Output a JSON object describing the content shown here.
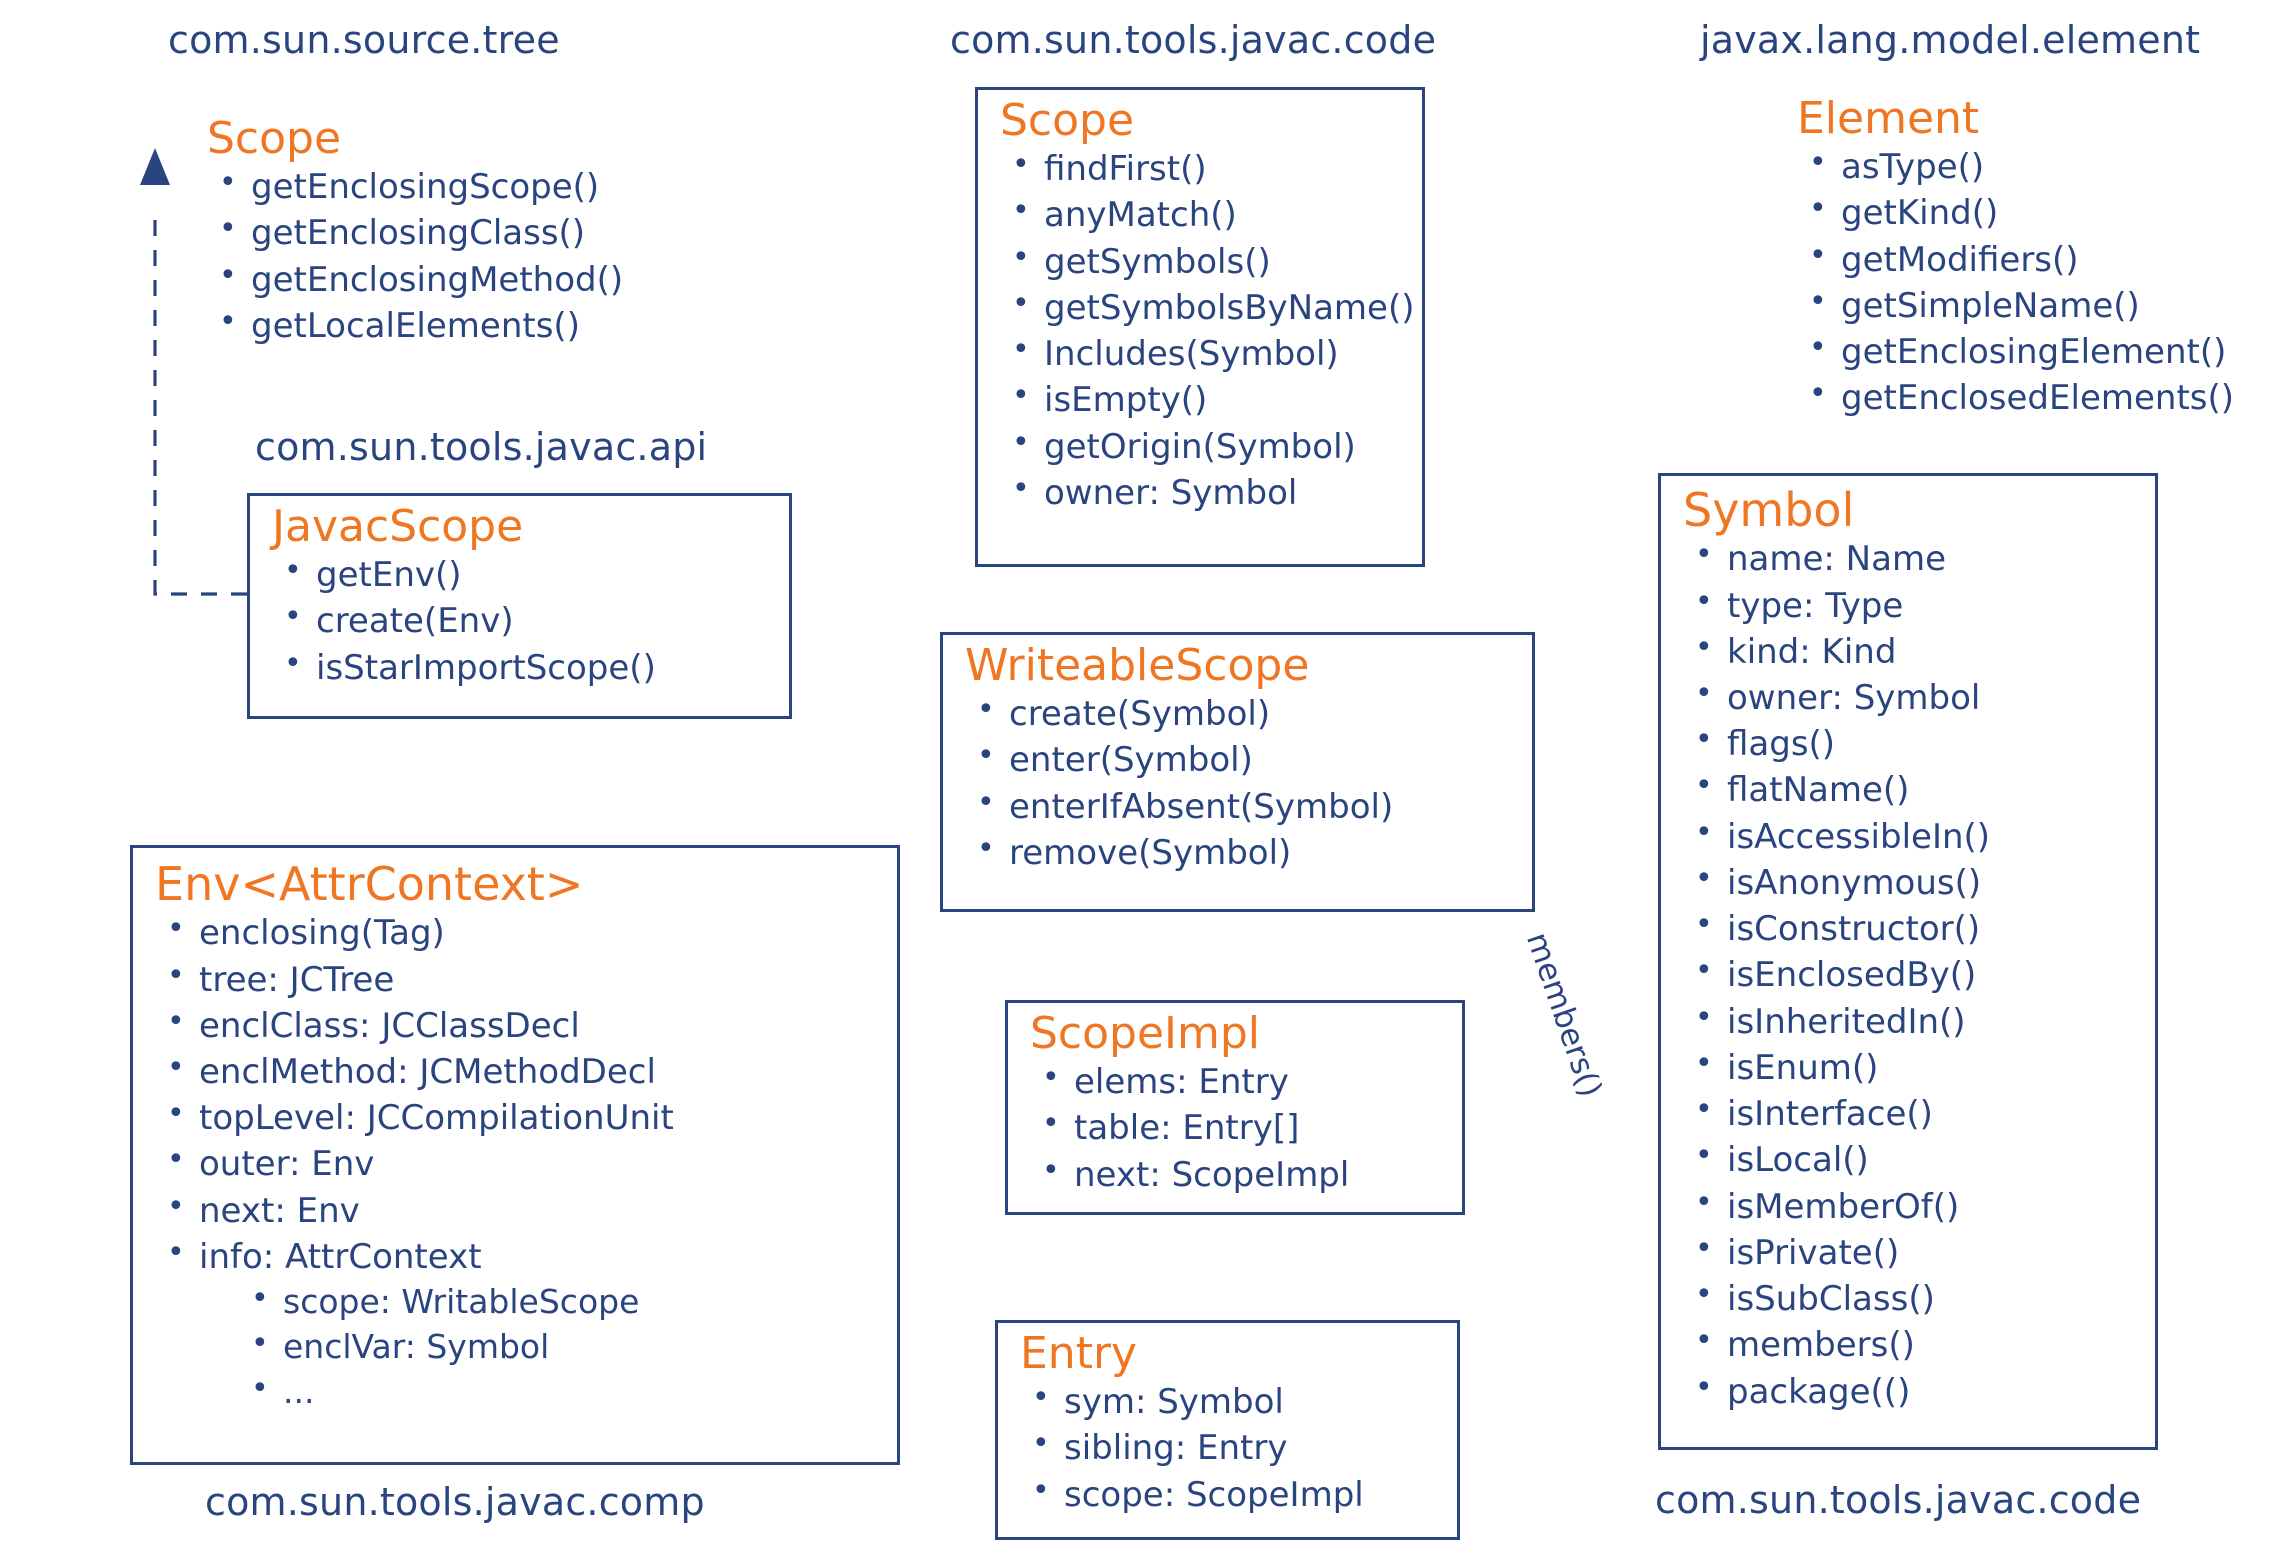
{
  "diagram": {
    "title": "javac Scope and Symbol class diagram",
    "colors": {
      "class_name": "#ef7622",
      "text": "#2a4480",
      "border": "#2a4480",
      "background": "#ffffff"
    }
  },
  "packages": [
    {
      "id": "pkg-source-tree",
      "label": "com.sun.source.tree"
    },
    {
      "id": "pkg-javac-api",
      "label": "com.sun.tools.javac.api"
    },
    {
      "id": "pkg-javac-code-top",
      "label": "com.sun.tools.javac.code"
    },
    {
      "id": "pkg-model-element",
      "label": "javax.lang.model.element"
    },
    {
      "id": "pkg-javac-comp",
      "label": "com.sun.tools.javac.comp"
    },
    {
      "id": "pkg-javac-code-bottom",
      "label": "com.sun.tools.javac.code"
    }
  ],
  "classes": {
    "scope_tree": {
      "name": "Scope",
      "members": [
        "getEnclosingScope()",
        "getEnclosingClass()",
        "getEnclosingMethod()",
        "getLocalElements()"
      ]
    },
    "javac_scope": {
      "name": "JavacScope",
      "members": [
        "getEnv()",
        "create(Env)",
        "isStarImportScope()"
      ]
    },
    "scope_code": {
      "name": "Scope",
      "members": [
        "findFirst()",
        "anyMatch()",
        "getSymbols()",
        "getSymbolsByName()",
        "Includes(Symbol)",
        "isEmpty()",
        "getOrigin(Symbol)",
        "owner: Symbol"
      ]
    },
    "element": {
      "name": "Element",
      "members": [
        "asType()",
        "getKind()",
        "getModifiers()",
        "getSimpleName()",
        "getEnclosingElement()",
        "getEnclosedElements()"
      ]
    },
    "writeable_scope": {
      "name": "WriteableScope",
      "members": [
        "create(Symbol)",
        "enter(Symbol)",
        "enterIfAbsent(Symbol)",
        "remove(Symbol)"
      ]
    },
    "env_attrcontext": {
      "name": "Env<AttrContext>",
      "members": [
        {
          "text": "enclosing(Tag)",
          "level": 0
        },
        {
          "text": "tree: JCTree",
          "level": 0
        },
        {
          "text": "enclClass: JCClassDecl",
          "level": 0
        },
        {
          "text": "enclMethod: JCMethodDecl",
          "level": 0
        },
        {
          "text": "topLevel: JCCompilationUnit",
          "level": 0
        },
        {
          "text": "outer: Env",
          "level": 0
        },
        {
          "text": "next: Env",
          "level": 0
        },
        {
          "text": "info: AttrContext",
          "level": 0
        },
        {
          "text": "scope: WritableScope",
          "level": 1
        },
        {
          "text": "enclVar: Symbol",
          "level": 1
        },
        {
          "text": "...",
          "level": 1
        }
      ]
    },
    "scope_impl": {
      "name": "ScopeImpl",
      "members": [
        "elems: Entry",
        "table: Entry[]",
        "next: ScopeImpl"
      ]
    },
    "entry": {
      "name": "Entry",
      "members": [
        "sym: Symbol",
        "sibling: Entry",
        "scope: ScopeImpl"
      ]
    },
    "symbol": {
      "name": "Symbol",
      "members": [
        "name: Name",
        "type: Type",
        "kind: Kind",
        "owner: Symbol",
        "flags()",
        "flatName()",
        "isAccessibleIn()",
        "isAnonymous()",
        "isConstructor()",
        "isEnclosedBy()",
        "isInheritedIn()",
        "isEnum()",
        "isInterface()",
        "isLocal()",
        "isMemberOf()",
        "isPrivate()",
        "isSubClass()",
        "members()",
        "package(()"
      ]
    }
  },
  "edge_labels": [
    {
      "id": "members-edge-label",
      "label": "members()"
    }
  ],
  "relationships": [
    {
      "from": "javac_scope",
      "to": "scope_tree",
      "type": "realization-dashed-up"
    },
    {
      "from": "javac_scope",
      "to": "env_attrcontext",
      "type": "association-arrow"
    },
    {
      "from": "env_attrcontext",
      "to": "scope_code",
      "type": "association-arrow"
    },
    {
      "from": "writeable_scope",
      "to": "scope_code",
      "type": "inheritance-solid-triangle"
    },
    {
      "from": "scope_impl",
      "to": "writeable_scope",
      "type": "inheritance-solid-triangle"
    },
    {
      "from": "scope_impl",
      "to": "entry",
      "type": "association-arrow"
    },
    {
      "from": "scope_code",
      "to": "symbol",
      "type": "association-arrow"
    },
    {
      "from": "writeable_scope",
      "to": "symbol",
      "type": "association-arrow"
    },
    {
      "from": "entry",
      "to": "symbol",
      "type": "association-arrow"
    },
    {
      "from": "symbol",
      "to": "writeable_scope",
      "type": "association-arrow",
      "label": "members()"
    },
    {
      "from": "symbol",
      "to": "element",
      "type": "realization-dashed-up"
    }
  ]
}
